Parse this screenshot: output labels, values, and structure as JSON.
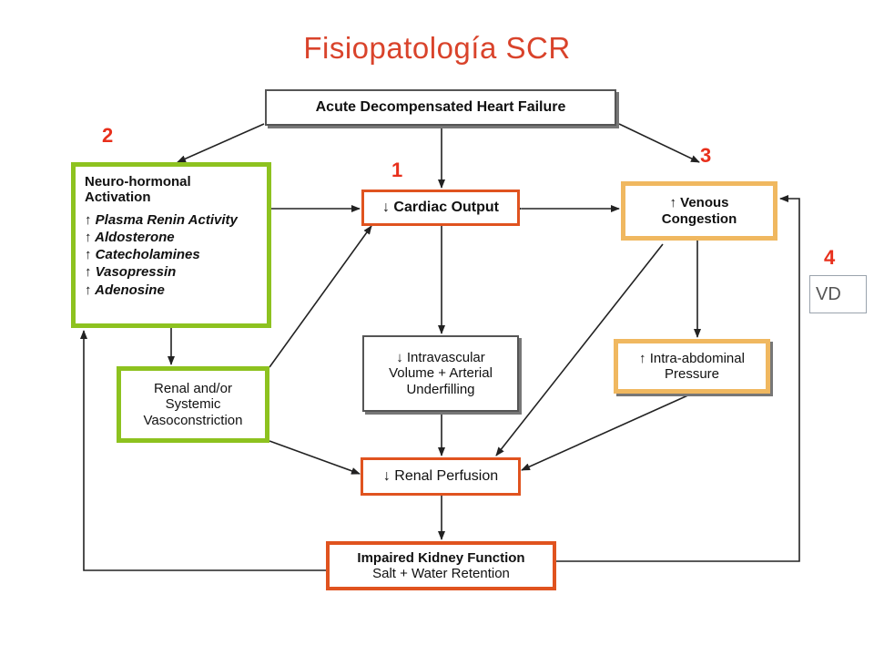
{
  "title": "Fisiopatología SCR",
  "labels": {
    "one": "1",
    "two": "2",
    "three": "3",
    "four": "4"
  },
  "vd": "VD",
  "boxes": {
    "adhf": "Acute Decompensated Heart Failure",
    "cardiac_output": "↓ Cardiac Output",
    "venous_congestion": [
      "↑ Venous",
      "Congestion"
    ],
    "neuro": {
      "heading": [
        "Neuro-hormonal",
        "Activation"
      ],
      "items": [
        "↑ Plasma Renin Activity",
        "↑ Aldosterone",
        "↑ Catecholamines",
        "↑ Vasopressin",
        "↑ Adenosine"
      ]
    },
    "renal_vaso": [
      "Renal and/or",
      "Systemic",
      "Vasoconstriction"
    ],
    "intravascular": [
      "↓ Intravascular",
      "Volume + Arterial",
      "Underfilling"
    ],
    "intra_abdominal": [
      "↑ Intra-abdominal",
      "Pressure"
    ],
    "renal_perfusion": "↓ Renal Perfusion",
    "kidney": [
      "Impaired Kidney Function",
      "Salt + Water Retention"
    ]
  },
  "colors": {
    "red": "#e0531f",
    "green": "#8dc21f",
    "orange": "#f0b860",
    "title": "#d9432b"
  }
}
